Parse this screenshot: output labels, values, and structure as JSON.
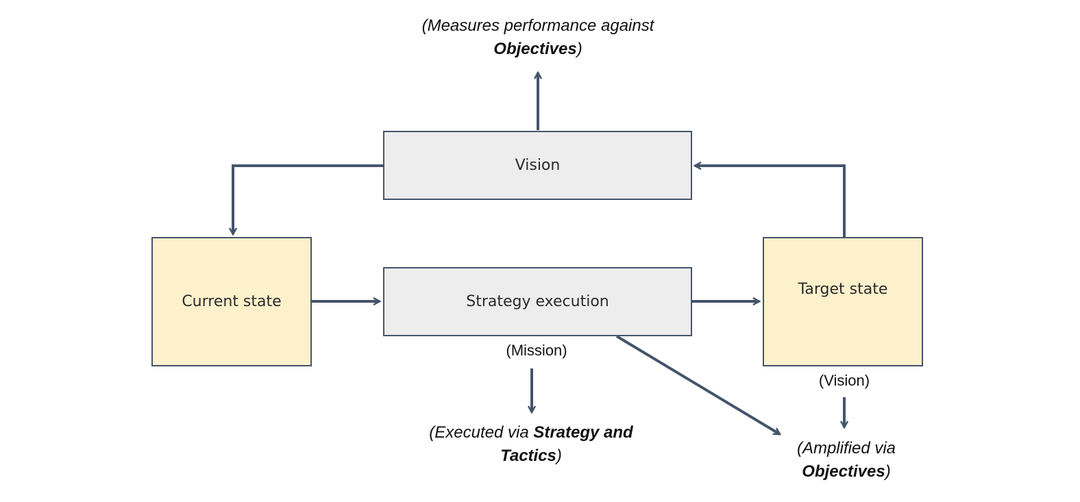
{
  "boxes": {
    "vision": "Vision",
    "current_state": "Current state",
    "strategy_execution": "Strategy execution",
    "target_state": "Target state"
  },
  "labels": {
    "mission": "(Mission)",
    "vision": "(Vision)"
  },
  "notes": {
    "top": {
      "pre": "(Measures performance against",
      "bold": "Objectives",
      "post": ")"
    },
    "executed": {
      "pre": "(Executed via ",
      "bold1": "Strategy and",
      "bold2": "Tactics",
      "post": ")"
    },
    "amplified": {
      "pre": "(Amplified via",
      "bold": "Objectives",
      "post": ")"
    }
  },
  "colors": {
    "stroke": "#44546a",
    "grey_fill": "#ededed",
    "yellow_fill": "#fdf1cc"
  }
}
